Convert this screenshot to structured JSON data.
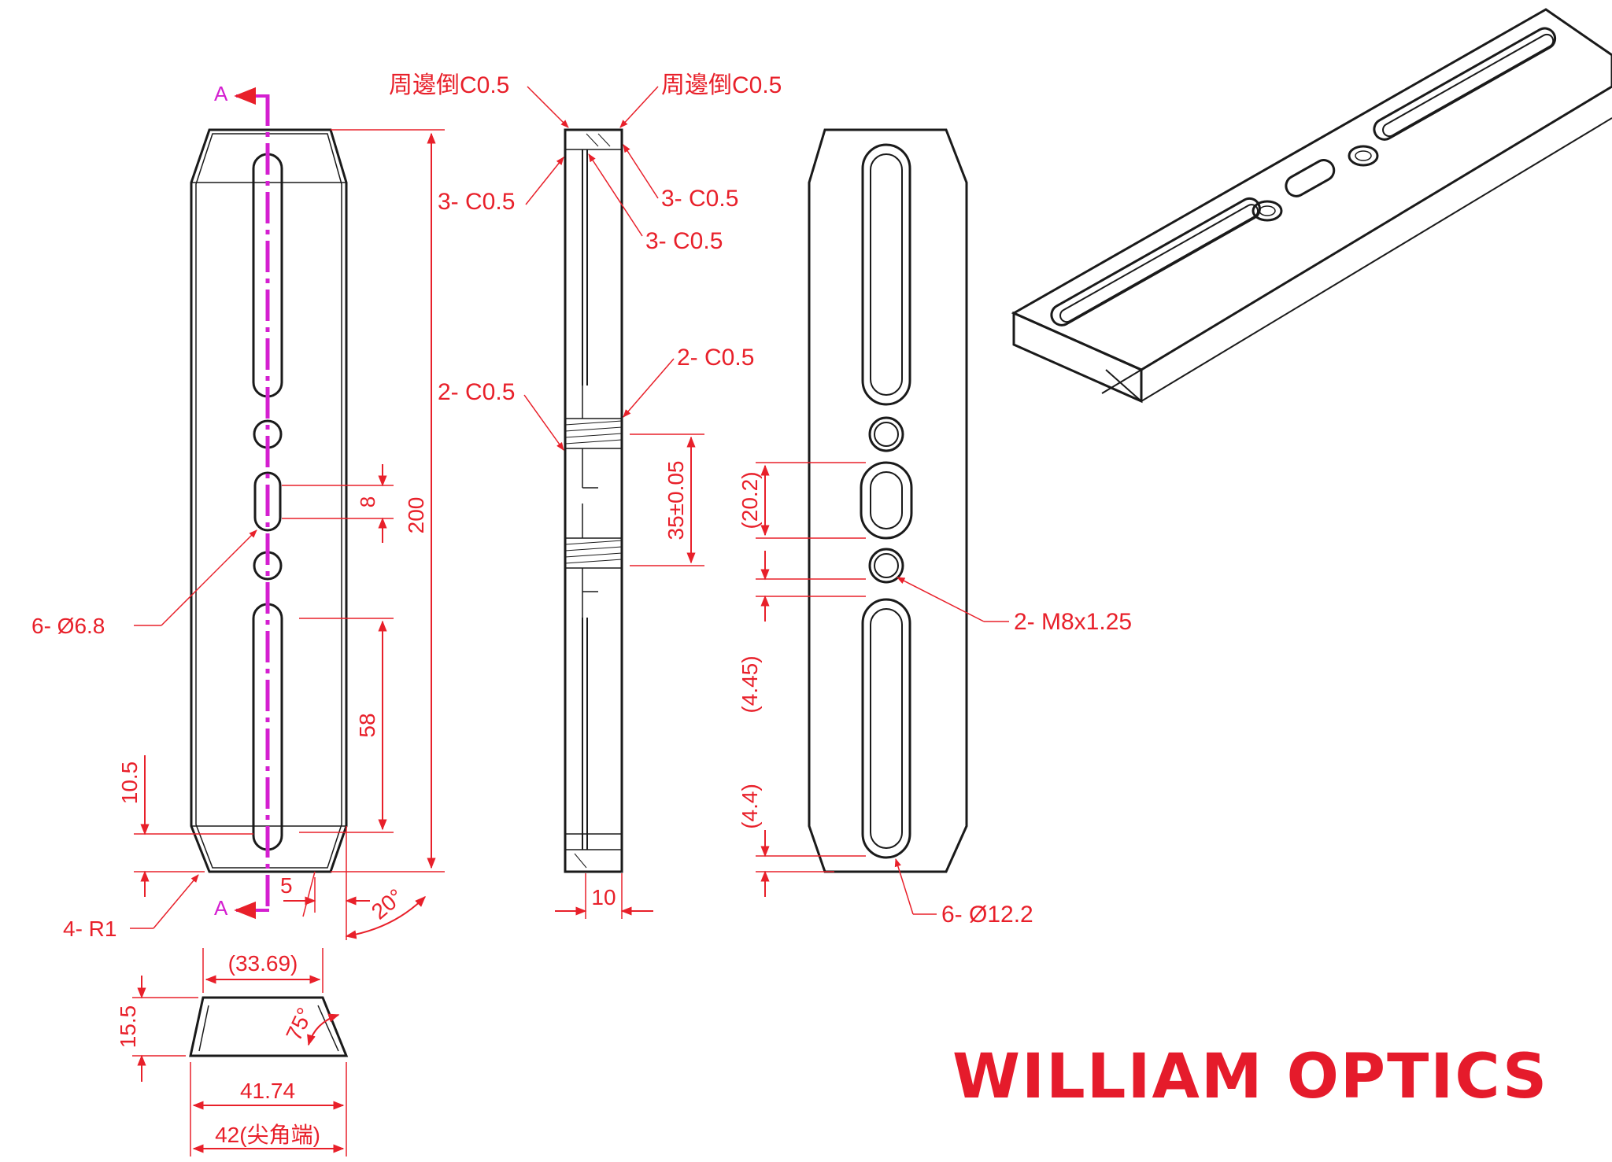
{
  "view_a": {
    "section_label": "A",
    "dim_200": "200",
    "dim_8": "8",
    "dim_58": "58",
    "dim_10_5": "10.5",
    "dim_5": "5",
    "angle_20": "20°",
    "hole_note": "6- Ø6.8",
    "radius_note": "4- R1"
  },
  "end_view": {
    "dim_33_69": "(33.69)",
    "dim_15_5": "15.5",
    "angle_75": "75°",
    "dim_41_74": "41.74",
    "dim_42": "42(尖角端)"
  },
  "section_view": {
    "chamfer_top_left": "周邊倒C0.5",
    "chamfer_top_right": "周邊倒C0.5",
    "c05_a": "3- C0.5",
    "c05_b": "3- C0.5",
    "c05_c": "3- C0.5",
    "c05_d": "2- C0.5",
    "c05_e": "2- C0.5",
    "dim_35": "35±0.05",
    "dim_10": "10"
  },
  "bottom_view": {
    "dim_20_2": "(20.2)",
    "dim_4_45": "(4.45)",
    "dim_4_4": "(4.4)",
    "thread_note": "2- M8x1.25",
    "slot_note": "6- Ø12.2"
  },
  "brand": {
    "name": "WILLIAM OPTICS",
    "color": "#e51b2b"
  }
}
